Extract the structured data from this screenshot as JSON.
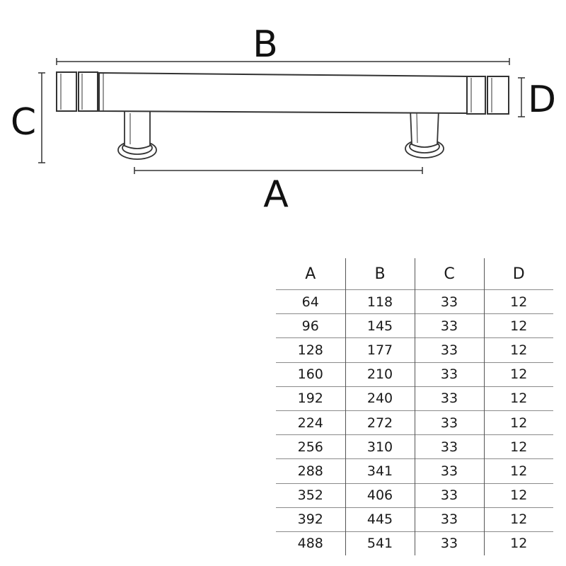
{
  "diagram": {
    "labels": {
      "overall_length": "B",
      "center_to_center": "A",
      "height": "C",
      "bar_diameter": "D"
    }
  },
  "table": {
    "headers": [
      "A",
      "B",
      "C",
      "D"
    ],
    "rows": [
      [
        "64",
        "118",
        "33",
        "12"
      ],
      [
        "96",
        "145",
        "33",
        "12"
      ],
      [
        "128",
        "177",
        "33",
        "12"
      ],
      [
        "160",
        "210",
        "33",
        "12"
      ],
      [
        "192",
        "240",
        "33",
        "12"
      ],
      [
        "224",
        "272",
        "33",
        "12"
      ],
      [
        "256",
        "310",
        "33",
        "12"
      ],
      [
        "288",
        "341",
        "33",
        "12"
      ],
      [
        "352",
        "406",
        "33",
        "12"
      ],
      [
        "392",
        "445",
        "33",
        "12"
      ],
      [
        "488",
        "541",
        "33",
        "12"
      ]
    ]
  }
}
